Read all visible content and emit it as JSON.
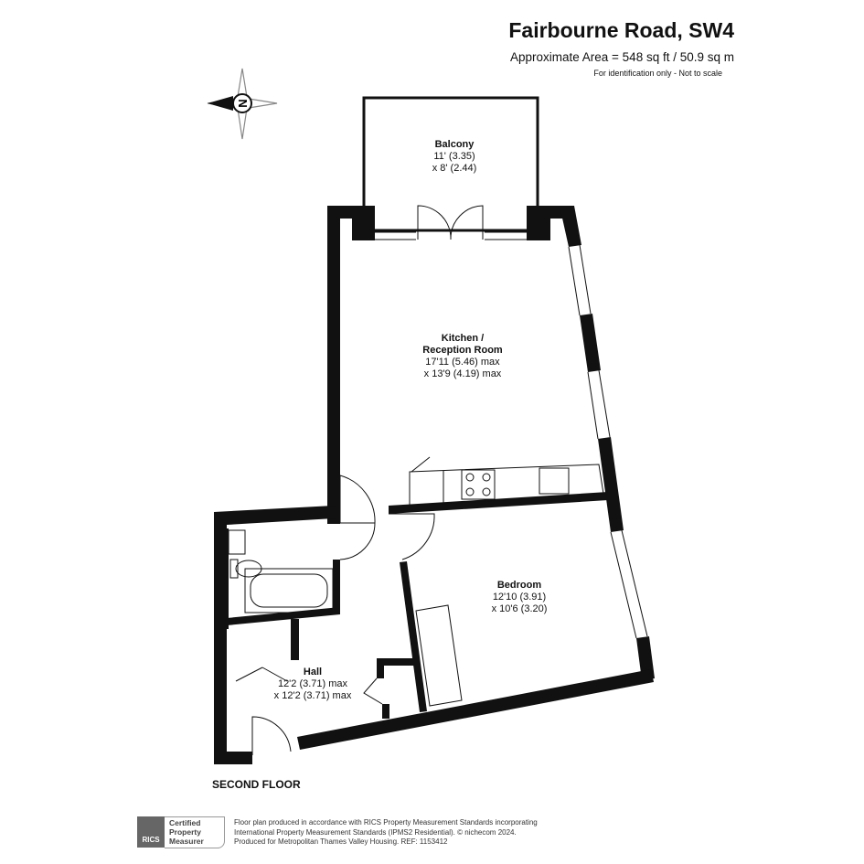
{
  "header": {
    "title": "Fairbourne Road, SW4",
    "area": "Approximate Area = 548 sq ft / 50.9 sq m",
    "note": "For identification only - Not to scale"
  },
  "compass": {
    "label": "N",
    "icon": "compass-north-icon"
  },
  "rooms": [
    {
      "name": "Balcony",
      "dim1": "11' (3.35)",
      "dim2": "x 8' (2.44)"
    },
    {
      "name": "Kitchen /",
      "name2": "Reception Room",
      "dim1": "17'11 (5.46) max",
      "dim2": "x 13'9 (4.19) max"
    },
    {
      "name": "Bedroom",
      "dim1": "12'10 (3.91)",
      "dim2": "x 10'6 (3.20)"
    },
    {
      "name": "Hall",
      "dim1": "12'2 (3.71) max",
      "dim2": "x 12'2 (3.71) max"
    }
  ],
  "floor_label": "SECOND FLOOR",
  "badge": {
    "org": "RICS",
    "line1": "Certified",
    "line2": "Property",
    "line3": "Measurer"
  },
  "footer": {
    "line1": "Floor plan produced in accordance with RICS Property Measurement Standards incorporating",
    "line2": "International Property Measurement Standards (IPMS2 Residential).   © nichecom 2024.",
    "line3": "Produced for Metropolitan Thames Valley Housing.    REF:  1153412"
  }
}
